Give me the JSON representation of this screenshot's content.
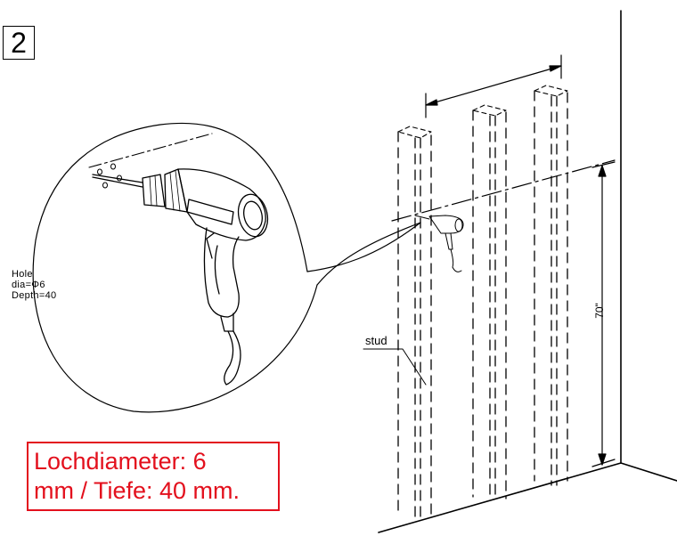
{
  "step": {
    "number": "2"
  },
  "hole_spec": {
    "line1": "Hole",
    "line2": "dia=Φ6",
    "line3": "Depth=40"
  },
  "notice": {
    "line1": "Lochdiameter: 6",
    "line2": "mm / Tiefe: 40 mm.",
    "color": "#e3101d"
  },
  "labels": {
    "stud": "stud",
    "height": "70\""
  }
}
